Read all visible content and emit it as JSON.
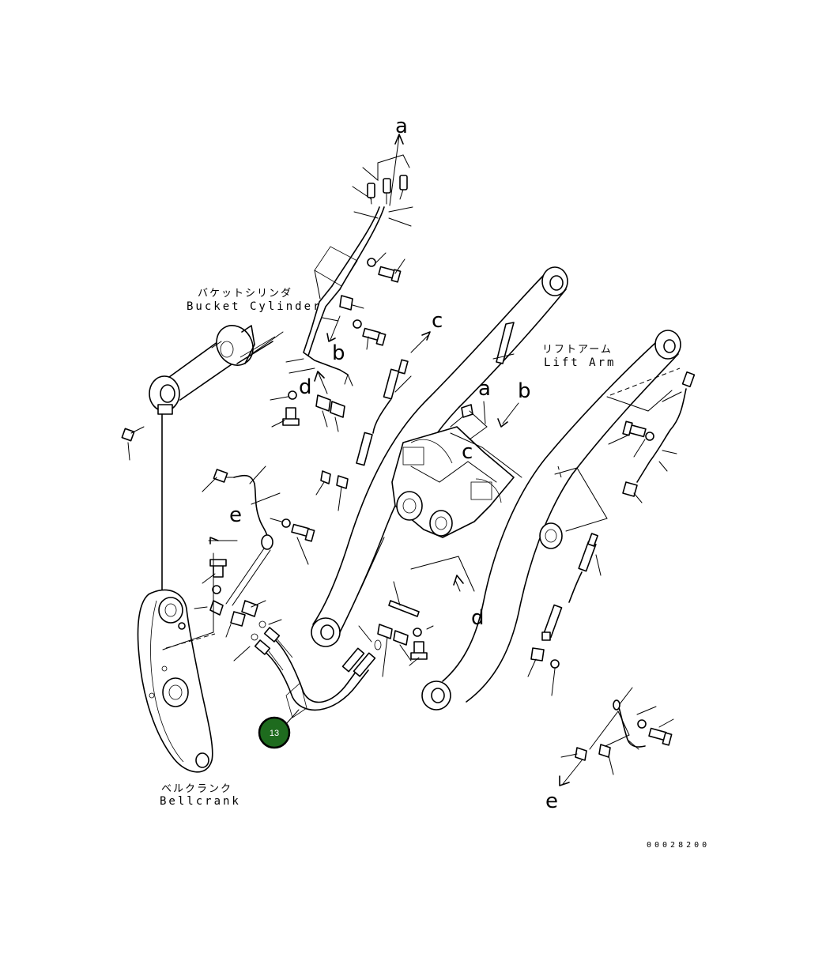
{
  "labels": {
    "bucket_cylinder_jp": "バケットシリンダ",
    "bucket_cylinder_en": "Bucket Cylinder",
    "lift_arm_jp": "リフトアーム",
    "lift_arm_en": "Lift Arm",
    "bellcrank_jp": "ベルクランク",
    "bellcrank_en": "Bellcrank"
  },
  "ref_letters": {
    "a_top": "a",
    "b_left": "b",
    "c_upper": "c",
    "d_left": "d",
    "a_mid": "a",
    "b_mid": "b",
    "c_mid": "c",
    "e_left": "e",
    "d_lower": "d",
    "e_bottom": "e"
  },
  "callout": {
    "number": "13",
    "color": "#1e6b1e"
  },
  "drawing_code": "00028200"
}
